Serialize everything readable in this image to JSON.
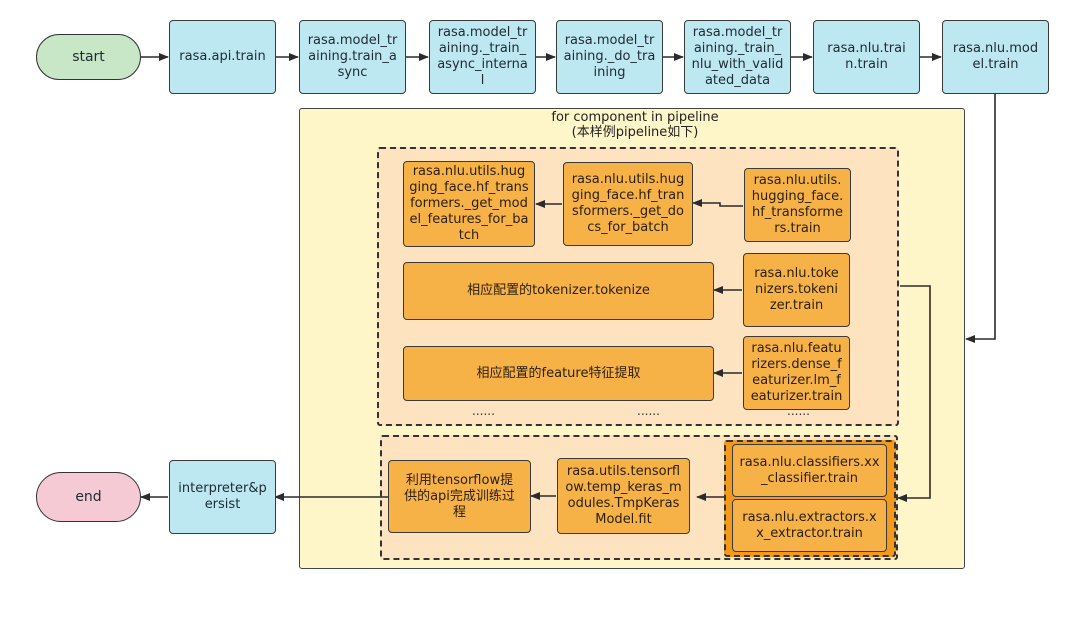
{
  "nodes": {
    "start": "start",
    "rasa_api_train": "rasa.api.train",
    "train_async": "rasa.model_training.train_async",
    "train_async_internal": "rasa.model_training._train_async_internal",
    "do_training": "rasa.model_training._do_training",
    "train_nlu_with_validated_data": "rasa.model_training._train_nlu_with_validated_data",
    "nlu_train": "rasa.nlu.train.train",
    "nlu_model_train": "rasa.nlu.model.train",
    "hf_transformers_train": "rasa.nlu.utils.hugging_face.hf_transformers.train",
    "get_docs_for_batch": "rasa.nlu.utils.hugging_face.hf_transformers._get_docs_for_batch",
    "get_model_features_for_batch": "rasa.nlu.utils.hugging_face.hf_transformers._get_model_features_for_batch",
    "tokenizers_train": "rasa.nlu.tokenizers.tokenizer.train",
    "tokenize": "相应配置的tokenizer.tokenize",
    "lm_featurizer_train": "rasa.nlu.featurizers.dense_featurizer.lm_featurizer.train",
    "feature_extract": "相应配置的feature特征提取",
    "classifier_train": "rasa.nlu.classifiers.xx_classifier.train",
    "extractor_train": "rasa.nlu.extractors.xx_extractor.train",
    "tmp_keras_fit": "rasa.utils.tensorflow.temp_keras_modules.TmpKerasModel.fit",
    "tensorflow_train": "利用tensorflow提供的api完成训练过程",
    "interpreter_persist": "interpreter&persist",
    "end": "end"
  },
  "loop": {
    "line1": "for component in pipeline",
    "line2": "(本样例pipeline如下)"
  },
  "ellipsis": {
    "left": "......",
    "middle": "......",
    "right": "......"
  },
  "colors": {
    "process": "#bde7f1",
    "component": "#f7b247",
    "loop_panel": "#fef6c9",
    "group_panel": "#fde3bf",
    "start": "#c8e7c6",
    "end": "#f6cad4"
  }
}
